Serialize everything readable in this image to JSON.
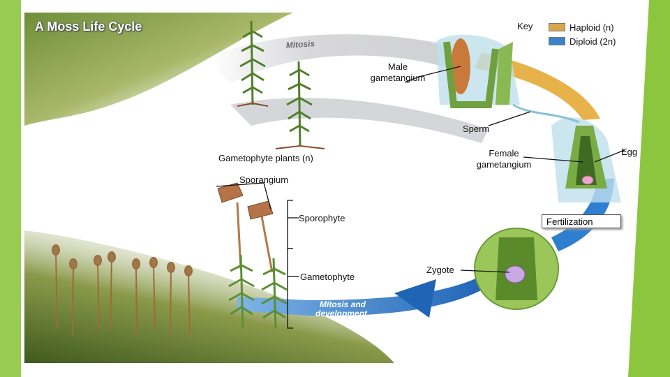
{
  "title": "A Moss Life Cycle",
  "key": {
    "heading": "Key",
    "haploid": "Haploid (n)",
    "diploid": "Diploid (2n)",
    "haploid_color": "#d9a54a",
    "diploid_color": "#3b84c8"
  },
  "arrows": {
    "mitosis": "Mitosis",
    "mitosis_dev_line1": "Mitosis and",
    "mitosis_dev_line2": "development"
  },
  "labels": {
    "male_line1": "Male",
    "male_line2": "gametangium",
    "sperm": "Sperm",
    "female_line1": "Female",
    "female_line2": "gametangium",
    "egg": "Egg",
    "gametophyte_plants": "Gametophyte plants (n)",
    "sporangium": "Sporangium",
    "sporophyte": "Sporophyte",
    "gametophyte": "Gametophyte",
    "fertilization": "Fertilization",
    "zygote": "Zygote"
  },
  "colors": {
    "side_bar": "#8cc63f",
    "haploid_band": "#e8b24a",
    "diploid_band": "#2f7fd0",
    "gametophyte_green": "#6f9e3a",
    "cell_green": "#9bc65a"
  }
}
